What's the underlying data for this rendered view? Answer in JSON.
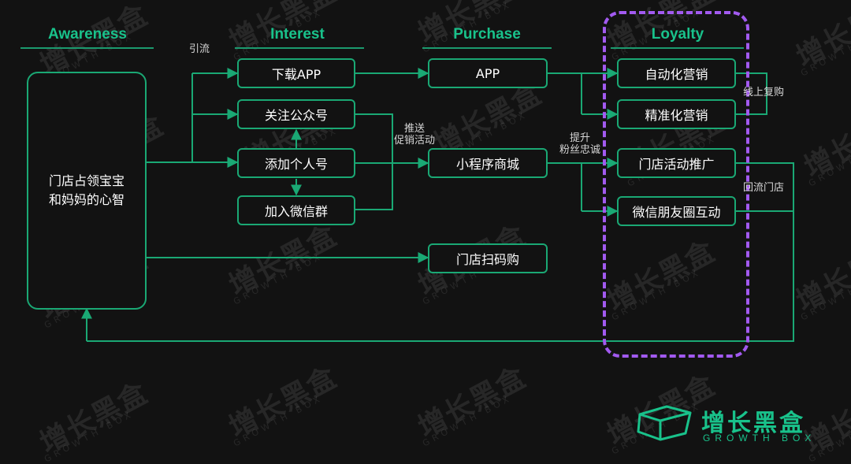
{
  "stages": {
    "awareness": "Awareness",
    "interest": "Interest",
    "purchase": "Purchase",
    "loyalty": "Loyalty"
  },
  "nodes": {
    "mind": "门店占领宝宝\n和妈妈的心智",
    "download_app": "下载APP",
    "follow_official": "关注公众号",
    "add_personal": "添加个人号",
    "join_group": "加入微信群",
    "app": "APP",
    "mini_program": "小程序商城",
    "store_scan": "门店扫码购",
    "automated_marketing": "自动化营销",
    "precision_marketing": "精准化营销",
    "store_promotion": "门店活动推广",
    "moments_interaction": "微信朋友圈互动"
  },
  "annotations": {
    "traffic": "引流",
    "push_promo": "推送\n促销活动",
    "boost_loyalty": "提升\n粉丝忠诚",
    "online_repurchase": "线上复购",
    "return_store": "回流门店"
  },
  "watermark": {
    "text_cn": "增长黑盒",
    "text_en": "GROWTH BOX"
  },
  "brand": {
    "name_cn": "增长黑盒",
    "name_en": "GROWTH BOX"
  },
  "colors": {
    "background": "#121212",
    "accent_green": "#19c28b",
    "connector": "#1aa874",
    "loyalty_highlight": "#a25af0"
  }
}
